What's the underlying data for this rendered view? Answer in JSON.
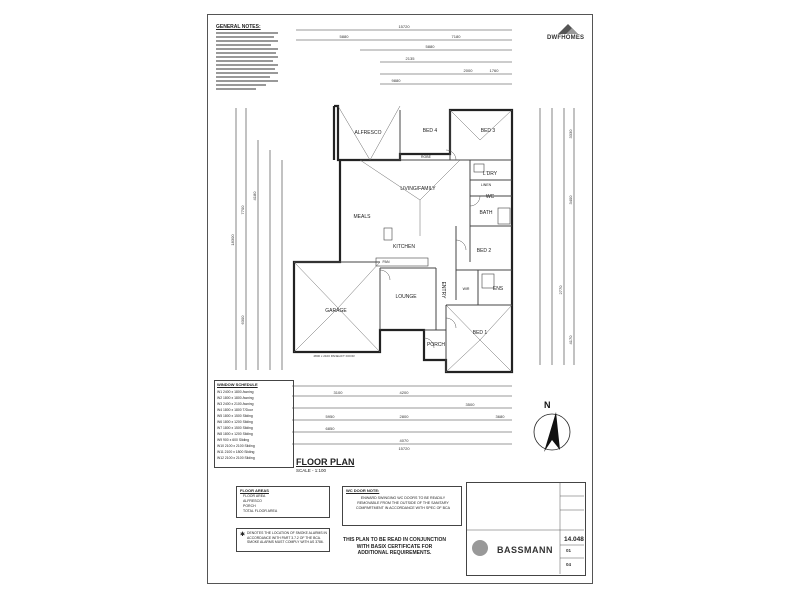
{
  "drawing": {
    "general_notes_title": "GENERAL NOTES:",
    "brand": "DWFHOMES",
    "plan_title": "FLOOR PLAN",
    "plan_scale": "SCALE - 1:100",
    "north": "N"
  },
  "rooms": {
    "alfresco": "ALFRESCO",
    "bed4": "BED 4",
    "bed3": "BED 3",
    "ldry": "L'DRY",
    "living": "LIVING/FAMILY",
    "meals": "MEALS",
    "kitchen": "KITCHEN",
    "wc": "WC",
    "bath": "BATH",
    "bed2": "BED 2",
    "garage": "GARAGE",
    "lounge": "LOUNGE",
    "entry": "ENTRY",
    "ens": "ENS",
    "bed1": "BED 1",
    "porch": "PORCH",
    "pantry": "PAN",
    "robe": "ROBE",
    "wir": "WIR",
    "linen": "LINEN"
  },
  "dimensions": {
    "overall_top": "15720",
    "overall_bottom": "15720",
    "top_left": "5880",
    "top_right": "7180",
    "top_row2_a": "5880",
    "top_row2_b": "2135",
    "top_row2_c": "2000",
    "top_row2_d": "1760",
    "top_row3": "9880",
    "bottom_a": "3100",
    "bottom_b": "4200",
    "bottom_c": "3500",
    "bottom_d": "3680",
    "bottom_e": "5950",
    "bottom_f": "6850",
    "bottom_g": "2800",
    "bottom_h": "4070",
    "left_overall": "18300",
    "left_a": "7700",
    "left_b": "4180",
    "left_c": "6300",
    "right_a": "3330",
    "right_b": "3400",
    "right_c": "2770",
    "right_d": "4170",
    "garage_door": "4800 x 2100 PANELIFT DOOR"
  },
  "window_schedule": {
    "title": "WINDOW SCHEDULE",
    "rows": [
      "W1  2400 x 1800  Awning",
      "W2  1800 x 1800  Awning",
      "W3  2400 x 2100  Awning",
      "W4  1800 x 1800  T/Door",
      "W5  1800 x 1500  Sliding",
      "W6  1800 x 1200  Sliding",
      "W7  1800 x 1500  Sliding",
      "W8  1800 x 1200  Sliding",
      "W9  900 x 600  Sliding",
      "W10  2100 x 2100  Sliding",
      "W11  2100 x 1800  Sliding",
      "W12  2100 x 2100  Sliding"
    ]
  },
  "floor_areas": {
    "title": "FLOOR AREAS",
    "rows": [
      "FLOOR AREA",
      "ALFRESCO",
      "PORCH",
      "TOTAL FLOOR AREA"
    ]
  },
  "wc_door_note": {
    "title": "WC DOOR NOTE:",
    "body": "ENWARD SWINGING WC DOORS TO BE READILY REMOVABLE FROM THE OUTSIDE OF THE SANITARY COMPARTMENT IN ACCORDANCE WITH SPEC OF BCA"
  },
  "smoke_note": "DENOTES THE LOCATION OF SMOKE ALARMS IN ACCORDANCE WITH PART 3.7.2 OF THE BCA. SMOKE ALARMS MUST COMPLY WITH AS 3786.",
  "basix_note": "THIS PLAN TO BE READ IN CONJUNCTION WITH BASIX CERTIFICATE FOR ADDITIONAL REQUIREMENTS.",
  "title_block": {
    "company": "BASSMANN",
    "job_no": "14.048",
    "sheet_a": "01",
    "sheet_b": "04"
  }
}
